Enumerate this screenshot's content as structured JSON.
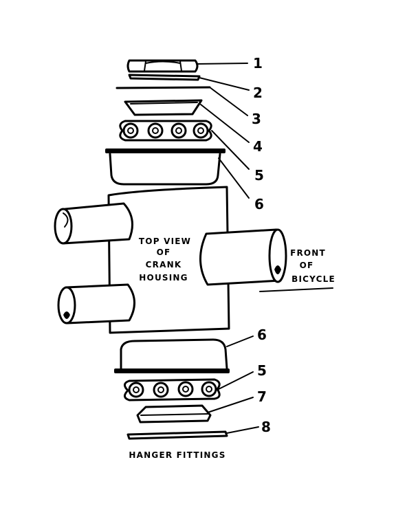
{
  "part_numbers": {
    "p1": "1",
    "p2": "2",
    "p3": "3",
    "p4": "4",
    "p5_upper": "5",
    "p6_upper": "6",
    "p6_lower": "6",
    "p5_lower": "5",
    "p7": "7",
    "p8": "8"
  },
  "housing_label": {
    "line1": "TOP VIEW",
    "line2": "OF",
    "line3": "CRANK",
    "line4": "HOUSING"
  },
  "front_label": {
    "line1": "FRONT",
    "line2": "OF",
    "line3": "BICYCLE"
  },
  "caption": "HANGER FITTINGS"
}
